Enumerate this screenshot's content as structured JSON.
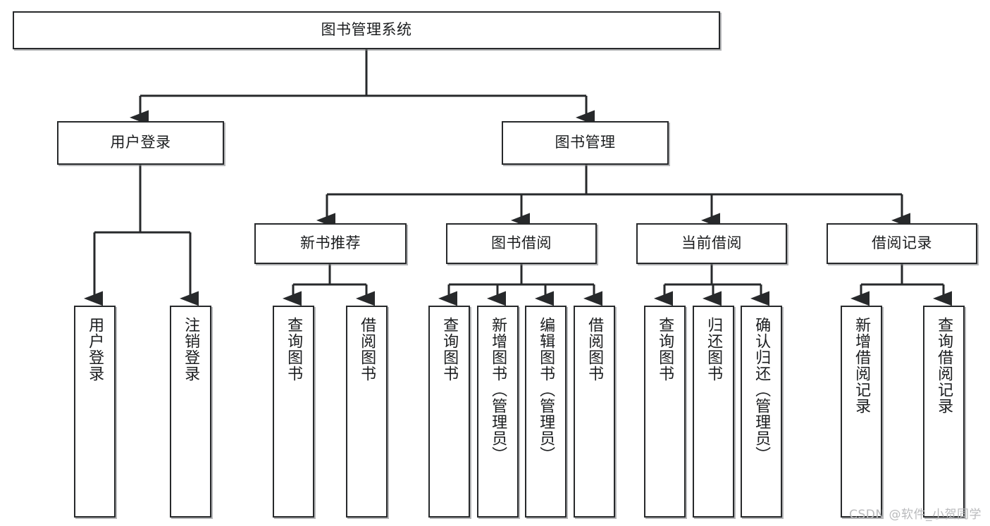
{
  "diagram": {
    "title": "图书管理系统",
    "watermark": "CSDN @软件_小贺同学",
    "colors": {
      "background": "#ffffff",
      "box_border": "#27292b",
      "box_fill": "#ffffff",
      "edge": "#27292b",
      "text": "#1b1d1f",
      "watermark": "#b9babc"
    },
    "levels": {
      "root": "图书管理系统",
      "level2": [
        "用户登录",
        "图书管理"
      ],
      "level3": [
        "新书推荐",
        "图书借阅",
        "当前借阅",
        "借阅记录"
      ]
    },
    "nodes": {
      "root": {
        "label": "图书管理系统"
      },
      "user_login": {
        "label": "用户登录"
      },
      "book_manage": {
        "label": "图书管理"
      },
      "new_book_rec": {
        "label": "新书推荐"
      },
      "book_borrow": {
        "label": "图书借阅"
      },
      "current_borrow": {
        "label": "当前借阅"
      },
      "borrow_record": {
        "label": "借阅记录"
      },
      "leaf_user_login": {
        "label": "用户登录"
      },
      "leaf_user_logout": {
        "label": "注销登录"
      },
      "leaf_rec_query": {
        "label": "查询图书"
      },
      "leaf_rec_borrow": {
        "label": "借阅图书"
      },
      "leaf_borrow_query": {
        "label": "查询图书"
      },
      "leaf_borrow_add": {
        "label": "新增图书（管理员）"
      },
      "leaf_borrow_edit": {
        "label": "编辑图书（管理员）"
      },
      "leaf_borrow_take": {
        "label": "借阅图书"
      },
      "leaf_cur_query": {
        "label": "查询图书"
      },
      "leaf_cur_return": {
        "label": "归还图书"
      },
      "leaf_cur_confirm": {
        "label": "确认归还（管理员）"
      },
      "leaf_rec_add": {
        "label": "新增借阅记录"
      },
      "leaf_rec_search": {
        "label": "查询借阅记录"
      }
    }
  }
}
